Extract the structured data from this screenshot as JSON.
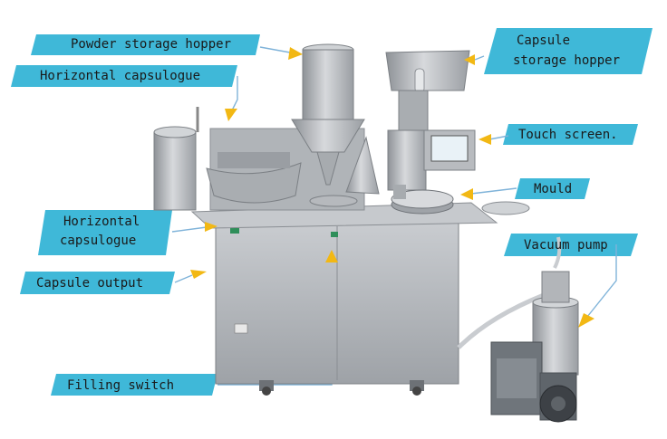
{
  "colors": {
    "label_bg": "#3fb8d8",
    "arrow": "#f2b814",
    "connector": "#7fb3d9",
    "steel": "#b9bcc0",
    "steel_dark": "#8d9196",
    "text": "#1a1a1a"
  },
  "labels": {
    "powder_hopper": "Powder storage hopper",
    "horizontal_top": "Horizontal capsulogue",
    "capsule_hopper_line1": "Capsule",
    "capsule_hopper_line2": "storage hopper",
    "touch_screen": "Touch screen.",
    "mould": "Mould",
    "horizontal_left_line1": "Horizontal",
    "horizontal_left_line2": "capsulogue",
    "capsule_output": "Capsule output",
    "vacuum_pump": "Vacuum pump",
    "filling_switch": "Filling switch"
  }
}
